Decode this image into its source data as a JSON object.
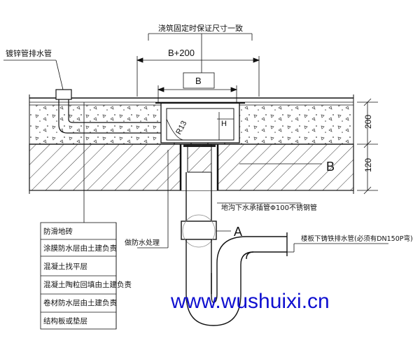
{
  "labels": {
    "top_note": "浇筑固定时保证尺寸一致",
    "pipe_label": "镀锌管排水管",
    "dim_b_plus": "B+200",
    "dim_b": "B",
    "radius": "R13",
    "height": "H",
    "dim_200": "200",
    "dim_120": "120",
    "section_b": "B",
    "sleeve_label": "地沟下水承插管Φ100不锈钢管",
    "section_a": "A",
    "waterproof_label": "做防水处理",
    "cast_pipe_label": "楼板下铸铁排水管(必须有DN150P弯)",
    "watermark": "www.wushuixi.cn"
  },
  "layers": [
    "防滑地砖",
    "涂膜防水层由土建负责",
    "混凝土找平层",
    "混凝土陶粒回填由土建负责",
    "卷材防水层由土建负责",
    "结构板或垫层"
  ],
  "colors": {
    "line": "#111111",
    "watermark": "#1010d0"
  }
}
